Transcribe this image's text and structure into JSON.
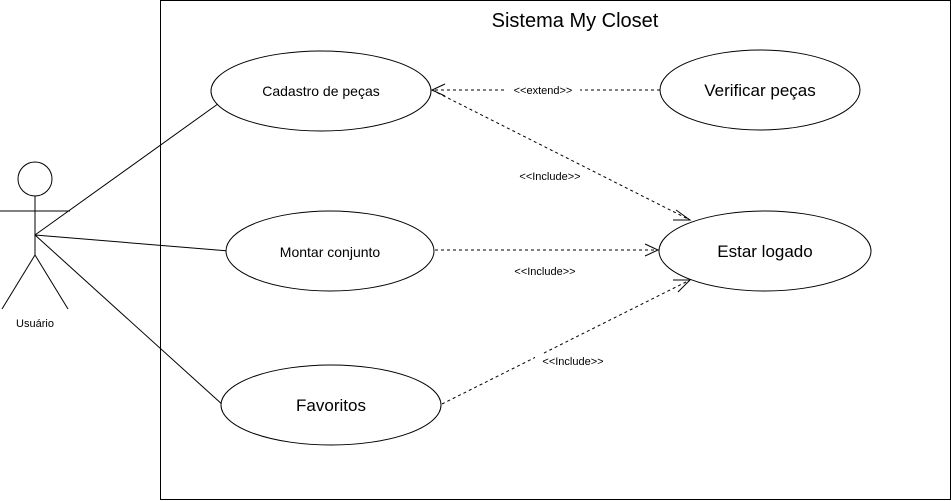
{
  "system": {
    "title": "Sistema My Closet"
  },
  "actor": {
    "label": "Usuário"
  },
  "use_cases": {
    "cadastro": "Cadastro de peças",
    "verificar": "Verificar peças",
    "montar": "Montar conjunto",
    "estar_logado": "Estar logado",
    "favoritos": "Favoritos"
  },
  "relations": {
    "verificar_extend_cadastro": "<<extend>>",
    "cadastro_include_logado": "<<Include>>",
    "montar_include_logado": "<<Include>>",
    "favoritos_include_logado": "<<Include>>"
  }
}
